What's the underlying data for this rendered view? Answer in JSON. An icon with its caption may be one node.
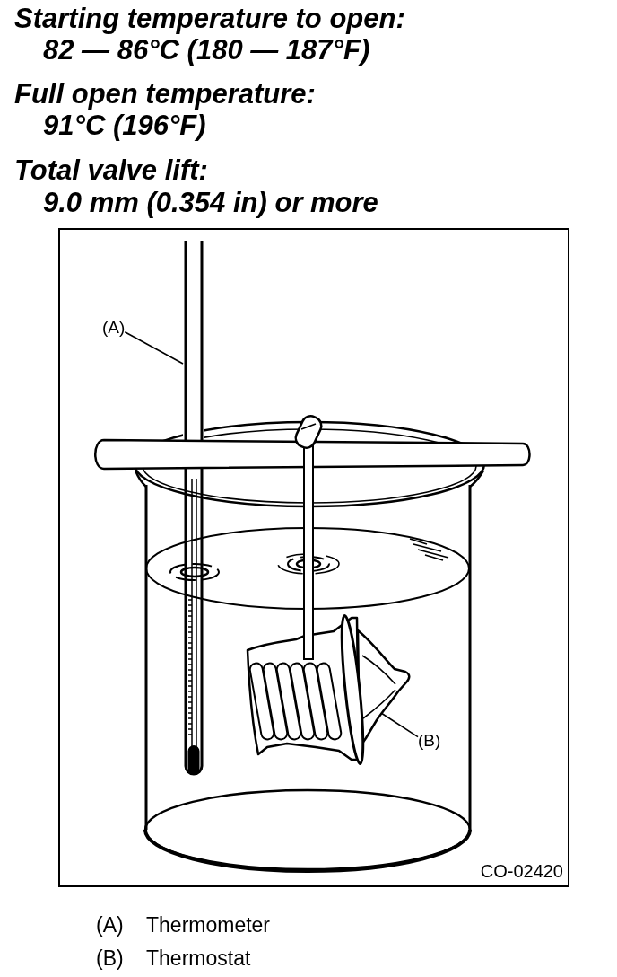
{
  "diagram": {
    "nodes": [
      {
        "text": [
          "(A)"
        ]
      },
      {
        "text": [],
        "shape": "picture"
      },
      {
        "text": [
          "(B)"
        ]
      },
      {
        "text": [],
        "shape": "picture"
      }
    ],
    "edges": [
      {
        "from": 0,
        "to": 1,
        "arrow": "none"
      },
      {
        "from": 2,
        "to": 3,
        "arrow": "none"
      }
    ],
    "labels": [
      "Starting temperature to open:",
      "82 — 86°C (180 — 187°F)",
      "Full open temperature:",
      "91°C (196°F)",
      "Total valve lift:",
      "9.0 mm (0.354 in) or more",
      "CO-02420",
      "(A)",
      "Thermometer",
      "(B)",
      "Thermostat"
    ]
  }
}
